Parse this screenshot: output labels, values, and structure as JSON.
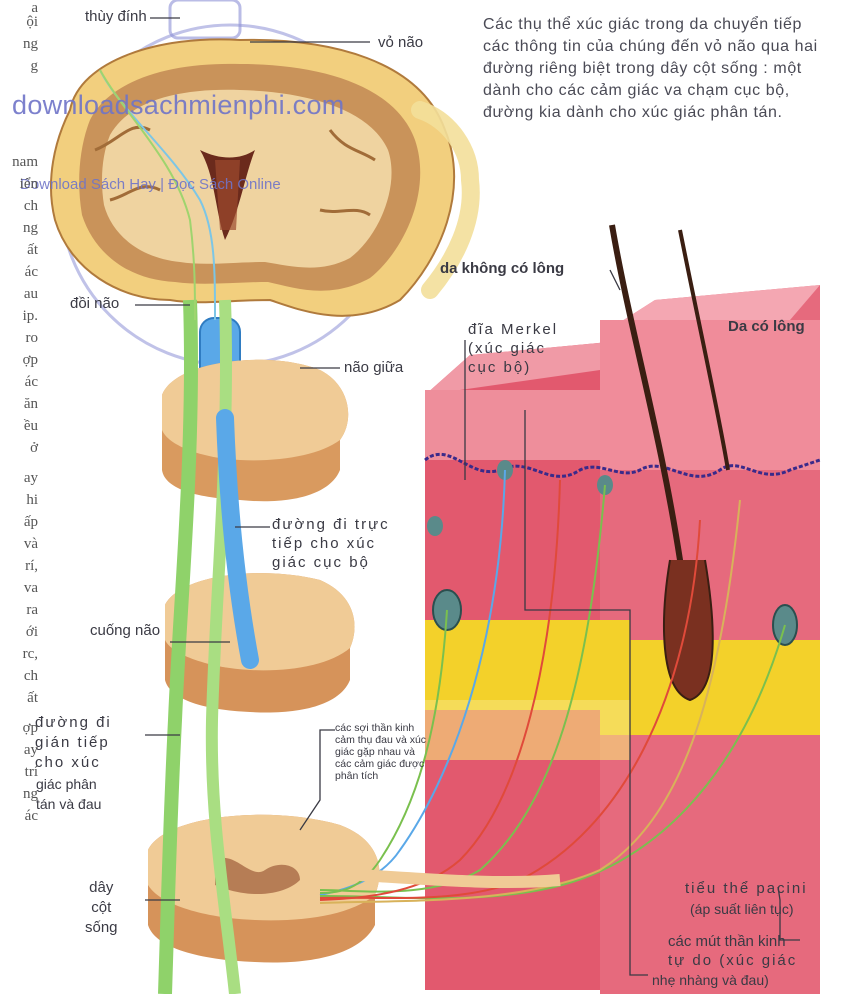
{
  "caption": "Các thụ thể xúc giác trong da chuyển tiếp các thông tin của chúng đến vỏ não qua hai đường riêng biệt trong dây cột sống : một dành cho các cảm giác va chạm cục bộ, đường kia dành cho xúc giác phân tán.",
  "watermark": {
    "main": "downloadsachmienphi.com",
    "sub": "Download Sách Hay | Đọc Sách Online"
  },
  "labels": {
    "thuy_dinh": "thùy đính",
    "vo_nao": "vỏ não",
    "doi_nao": "đồi não",
    "nao_giua": "não giữa",
    "duong_truc_tiep": "đường đi trực\ntiếp cho xúc\ngiác cục bộ",
    "cuong_nao": "cuống não",
    "duong_gian_tiep_1": "đường đi\ngián tiếp\ncho xúc",
    "duong_gian_tiep_2": "giác phân\ntán và đau",
    "day_cot_song": "dây\ncột\nsống",
    "soi_than_kinh": "các sợi thần kinh\ncảm thụ đau và xúc\ngiác gặp nhau và\ncác cảm giác được\nphân tích",
    "da_khong_long": "da không có lông",
    "da_co_long": "Da có lông",
    "dia_merkel": "đĩa Merkel\n(xúc giác\ncục bộ)",
    "tieu_the_pacini_1": "tiểu thể pacini",
    "tieu_the_pacini_2": "(áp suất liên tục)",
    "mut_than_kinh_1": "các mút thần kinh",
    "mut_than_kinh_2": "tự do (xúc giác",
    "mut_than_kinh_3": "nhẹ nhàng và đau)"
  },
  "margin_fragments": [
    "a",
    "ội",
    "ng",
    "g",
    "nam",
    "iển",
    "ch",
    "ng",
    "ất",
    "ác",
    "au",
    "ip.",
    "ro",
    "ợp",
    "ác",
    "ăn",
    "ều",
    "ở",
    "ay",
    "hi",
    "ấp",
    "và",
    "rí,",
    "va",
    "ra",
    "ới",
    "rc,",
    "ch",
    "ất",
    "ợp",
    "ay",
    "trí",
    "ng",
    "ác"
  ],
  "colors": {
    "text": "#3a3a44",
    "watermark": "#6f74c8",
    "skin_top": "#e98a98",
    "skin_body": "#e2596e",
    "fat_layer": "#f3d12a",
    "nerve_green": "#8fd26a",
    "nerve_blue": "#5aa8e8",
    "spinal_tan": "#e6b98a"
  }
}
